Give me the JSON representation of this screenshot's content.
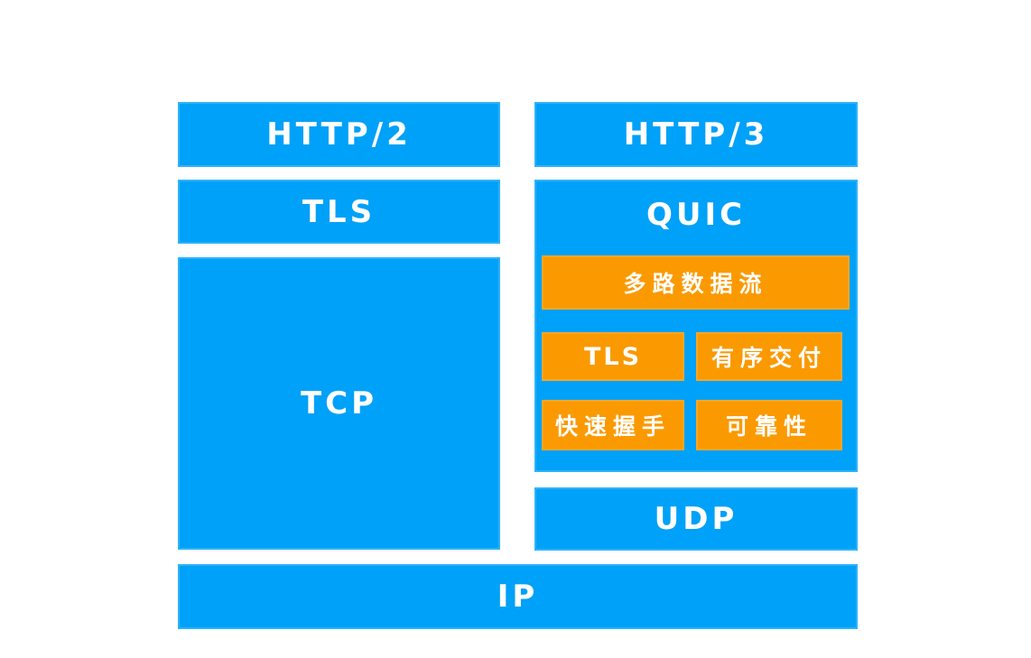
{
  "diagram": {
    "title_hint": "HTTP/2 vs HTTP/3 protocol stack",
    "colors": {
      "blue": "#00A1F8",
      "orange": "#FB9900",
      "text": "#ffffff",
      "background": "#ffffff"
    },
    "left_stack": {
      "http2_label": "HTTP/2",
      "tls_label": "TLS",
      "tcp_label": "TCP"
    },
    "right_stack": {
      "http3_label": "HTTP/3",
      "quic": {
        "label": "QUIC",
        "features": [
          "多路数据流",
          "TLS",
          "有序交付",
          "快速握手",
          "可靠性"
        ]
      },
      "udp_label": "UDP"
    },
    "ip_label": "IP"
  }
}
